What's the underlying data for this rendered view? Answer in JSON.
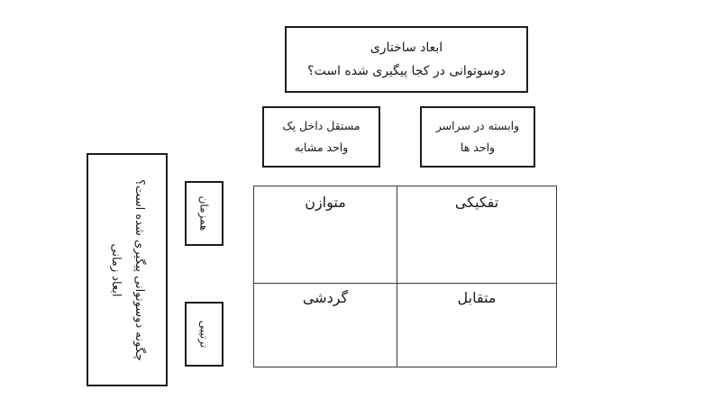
{
  "structural_dimension": {
    "title": "ابعاد ساختاری",
    "question": "دوسوتوانی در کجا پیگیری شده است؟",
    "columns": [
      {
        "line1": "وابسته در سراسر",
        "line2": "واحد ها"
      },
      {
        "line1": "مستقل داخل یک",
        "line2": "واحد مشابه"
      }
    ]
  },
  "temporal_dimension": {
    "title": "ابعاد زمانی",
    "question": "چگونه دوسوتوانی پیگیری شده است؟",
    "rows": [
      {
        "label": "همزمان"
      },
      {
        "label": "ترتیبی"
      }
    ]
  },
  "matrix": {
    "cells": [
      [
        "تفکیکی",
        "متوازن"
      ],
      [
        "متقابل",
        "گردشی"
      ]
    ]
  },
  "colors": {
    "border": "#1c1c1c",
    "grid_line": "#3a3a3a",
    "background": "#ffffff",
    "text": "#1a1a1a"
  }
}
